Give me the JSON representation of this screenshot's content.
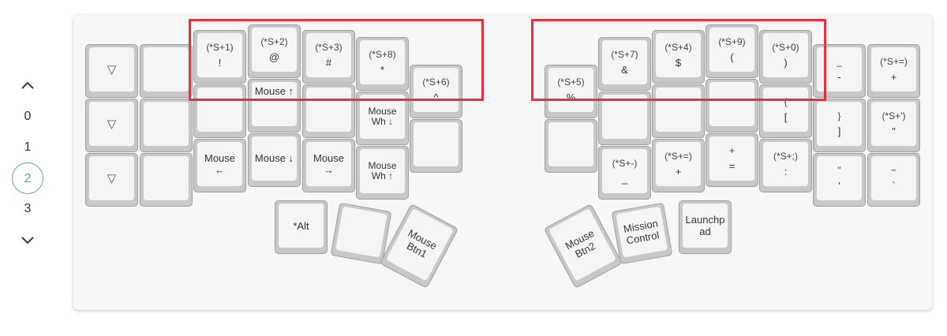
{
  "nav": {
    "layers": [
      "0",
      "1",
      "2",
      "3"
    ],
    "selected": "2"
  },
  "keys": {
    "l_r1_c0": "▽",
    "l_r1_c1": "",
    "l_r2_c0": "▽",
    "l_r2_c1": "",
    "l_r3_c0": "▽",
    "l_r3_c1": "",
    "l_c2_top_a": "(*S+1)",
    "l_c2_top_b": "!",
    "l_c3_top_a": "(*S+2)",
    "l_c3_top_b": "@",
    "l_c4_top_a": "(*S+3)",
    "l_c4_top_b": "#",
    "l_c5_top_a": "(*S+8)",
    "l_c5_top_b": "*",
    "l_c6_top_a": "(*S+6)",
    "l_c6_top_b": "^",
    "l_c2_mid": "",
    "l_c3_mid": "Mouse ↑",
    "l_c4_mid": "",
    "l_c5_mid": "Mouse\nWh ↓",
    "l_c6_mid": "",
    "l_c2_bot": "Mouse\n←",
    "l_c3_bot": "Mouse ↓",
    "l_c4_bot": "Mouse\n→",
    "l_c5_bot": "Mouse\nWh ↑",
    "l_thumb_alt": "*Alt",
    "l_thumb_blank": "",
    "l_thumb_btn1": "Mouse\nBtn1",
    "r_c0_top_a": "(*S+5)",
    "r_c0_top_b": "%",
    "r_c1_top_a": "(*S+7)",
    "r_c1_top_b": "&",
    "r_c2_top_a": "(*S+4)",
    "r_c2_top_b": "$",
    "r_c3_top_a": "(*S+9)",
    "r_c3_top_b": "(",
    "r_c4_top_a": "(*S+0)",
    "r_c4_top_b": ")",
    "r_c5_top_a": "_",
    "r_c5_top_b": "-",
    "r_c6_top_a": "(*S+=)",
    "r_c6_top_b": "+",
    "r_c0_mid": "",
    "r_c1_mid": "",
    "r_c2_mid": "",
    "r_c3_mid": "",
    "r_c4_mid_a": "{",
    "r_c4_mid_b": "[",
    "r_c5_mid_a": "}",
    "r_c5_mid_b": "]",
    "r_c6_mid_a": "(*S+')",
    "r_c6_mid_b": "\"",
    "r_c1_bot_a": "(*S+-)",
    "r_c1_bot_b": "_",
    "r_c2_bot_a": "(*S+=)",
    "r_c2_bot_b": "+",
    "r_c3_bot_a": "+",
    "r_c3_bot_b": "=",
    "r_c4_bot_a": "(*S+;)",
    "r_c4_bot_b": ":",
    "r_c5_bot_a": "\"",
    "r_c5_bot_b": "'",
    "r_c6_bot_a": "~",
    "r_c6_bot_b": "`",
    "r_thumb_btn2": "Mouse\nBtn2",
    "r_thumb_mission": "Mission\nControl",
    "r_thumb_launchpad": "Launchp\nad"
  },
  "colors": {
    "highlight": "#e8303e",
    "selected_layer": "#6c9ab8",
    "keycap_face": "#f5f5f5",
    "keycap_side": "#c8c8c8"
  },
  "icons": {
    "nav_up": "chevron-up-icon",
    "nav_down": "chevron-down-icon"
  }
}
